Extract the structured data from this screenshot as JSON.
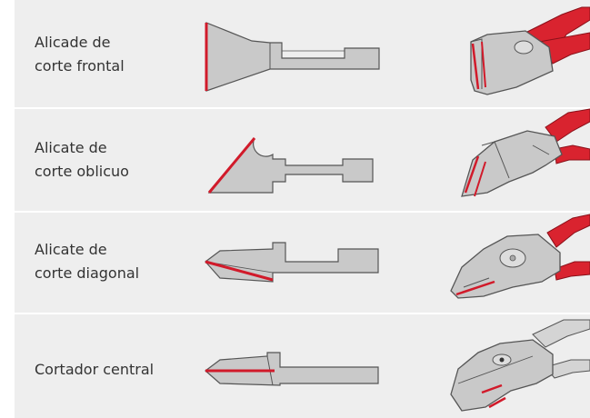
{
  "rows": [
    {
      "label_line1": "Alicade de",
      "label_line2": "corte frontal",
      "profile_icon": "front-cut-profile-icon",
      "tool_icon": "end-cutting-nipper-icon"
    },
    {
      "label_line1": "Alicate de",
      "label_line2": "corte oblicuo",
      "profile_icon": "oblique-cut-profile-icon",
      "tool_icon": "oblique-cutter-icon"
    },
    {
      "label_line1": "Alicate de",
      "label_line2": "corte diagonal",
      "profile_icon": "diagonal-cut-profile-icon",
      "tool_icon": "diagonal-cutter-icon"
    },
    {
      "label_line1": "Cortador central",
      "label_line2": "",
      "profile_icon": "center-cut-profile-icon",
      "tool_icon": "center-cutter-icon"
    }
  ],
  "colors": {
    "row_background": "#eeeeee",
    "separator": "#ffffff",
    "text": "#333333",
    "metal": "#c9c9c9",
    "outline": "#555555",
    "cutting_edge": "#d11a2a",
    "handle": "#d9232f"
  }
}
